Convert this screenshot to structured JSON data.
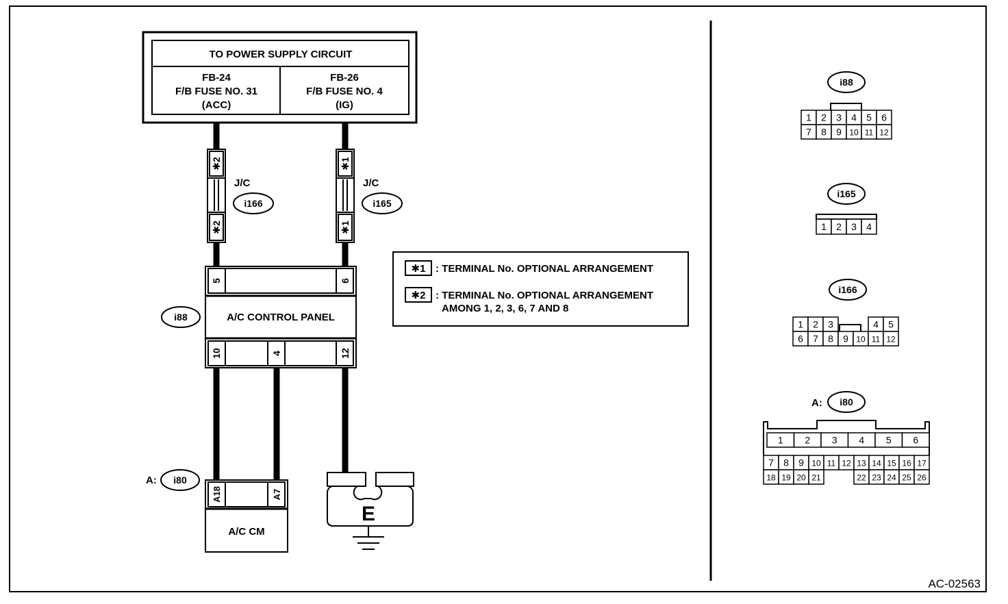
{
  "power_supply": {
    "title": "TO POWER SUPPLY CIRCUIT",
    "left": {
      "line1": "FB-24",
      "line2": "F/B FUSE NO. 31",
      "line3": "(ACC)"
    },
    "right": {
      "line1": "FB-26",
      "line2": "F/B FUSE NO. 4",
      "line3": "(IG)"
    }
  },
  "junctions": {
    "left": {
      "label": "J/C",
      "connector": "i166",
      "mark": "✱2"
    },
    "right": {
      "label": "J/C",
      "connector": "i165",
      "mark": "✱1"
    }
  },
  "ac_panel": {
    "connector": "i88",
    "name": "A/C CONTROL PANEL",
    "top_pins": [
      "5",
      "6"
    ],
    "bottom_pins": [
      "10",
      "4",
      "12"
    ]
  },
  "ac_cm": {
    "prefix": "A:",
    "connector": "i80",
    "name": "A/C CM",
    "pins": [
      "A18",
      "A7"
    ]
  },
  "ground": {
    "label": "E"
  },
  "legend": [
    {
      "mark": "✱1",
      "line1": ": TERMINAL No. OPTIONAL ARRANGEMENT",
      "line2": ""
    },
    {
      "mark": "✱2",
      "line1": ": TERMINAL No. OPTIONAL ARRANGEMENT",
      "line2": "AMONG 1, 2, 3, 6, 7 AND 8"
    }
  ],
  "connector_views": {
    "i88": {
      "label": "i88",
      "row1": [
        "1",
        "2",
        "3",
        "4",
        "5",
        "6"
      ],
      "row2": [
        "7",
        "8",
        "9",
        "10",
        "11",
        "12"
      ]
    },
    "i165": {
      "label": "i165",
      "row1": [
        "1",
        "2",
        "3",
        "4"
      ]
    },
    "i166": {
      "label": "i166",
      "row1_left": [
        "1",
        "2",
        "3"
      ],
      "row1_right": [
        "4",
        "5"
      ],
      "row2": [
        "6",
        "7",
        "8",
        "9",
        "10",
        "11",
        "12"
      ]
    },
    "i80": {
      "prefix": "A:",
      "label": "i80",
      "row1": [
        "1",
        "2",
        "3",
        "4",
        "5",
        "6"
      ],
      "row2": [
        "7",
        "8",
        "9",
        "10",
        "11",
        "12",
        "13",
        "14",
        "15",
        "16",
        "17"
      ],
      "row3_left": [
        "18",
        "19",
        "20",
        "21"
      ],
      "row3_right": [
        "22",
        "23",
        "24",
        "25",
        "26"
      ]
    }
  },
  "diagram_code": "AC-02563"
}
